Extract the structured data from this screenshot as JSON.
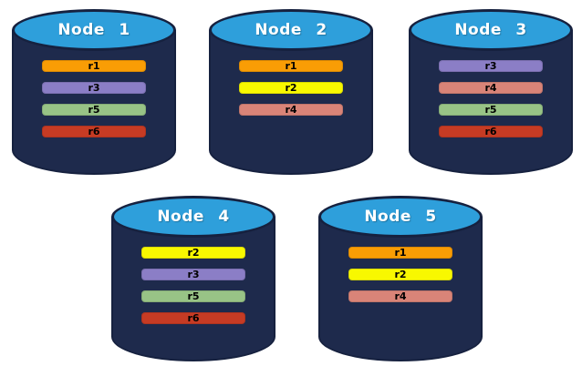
{
  "nodes": [
    {
      "title": "Node 1",
      "replicas": [
        "r1",
        "r3",
        "r5",
        "r6"
      ]
    },
    {
      "title": "Node 2",
      "replicas": [
        "r1",
        "r2",
        "r4"
      ]
    },
    {
      "title": "Node 3",
      "replicas": [
        "r3",
        "r4",
        "r5",
        "r6"
      ]
    },
    {
      "title": "Node 4",
      "replicas": [
        "r2",
        "r3",
        "r5",
        "r6"
      ]
    },
    {
      "title": "Node 5",
      "replicas": [
        "r1",
        "r2",
        "r4"
      ]
    }
  ],
  "replica_colors": {
    "r1": "#F99D05",
    "r2": "#F8F800",
    "r3": "#8B7EC6",
    "r4": "#D98478",
    "r5": "#98C386",
    "r6": "#C63B24"
  },
  "colors": {
    "cylinder_body": "#1E2A4C",
    "cylinder_top": "#2E9FDB",
    "cylinder_border": "#16213F",
    "title_text": "#FFFFFF",
    "bar_text": "#000000",
    "background": "#FFFFFF"
  }
}
